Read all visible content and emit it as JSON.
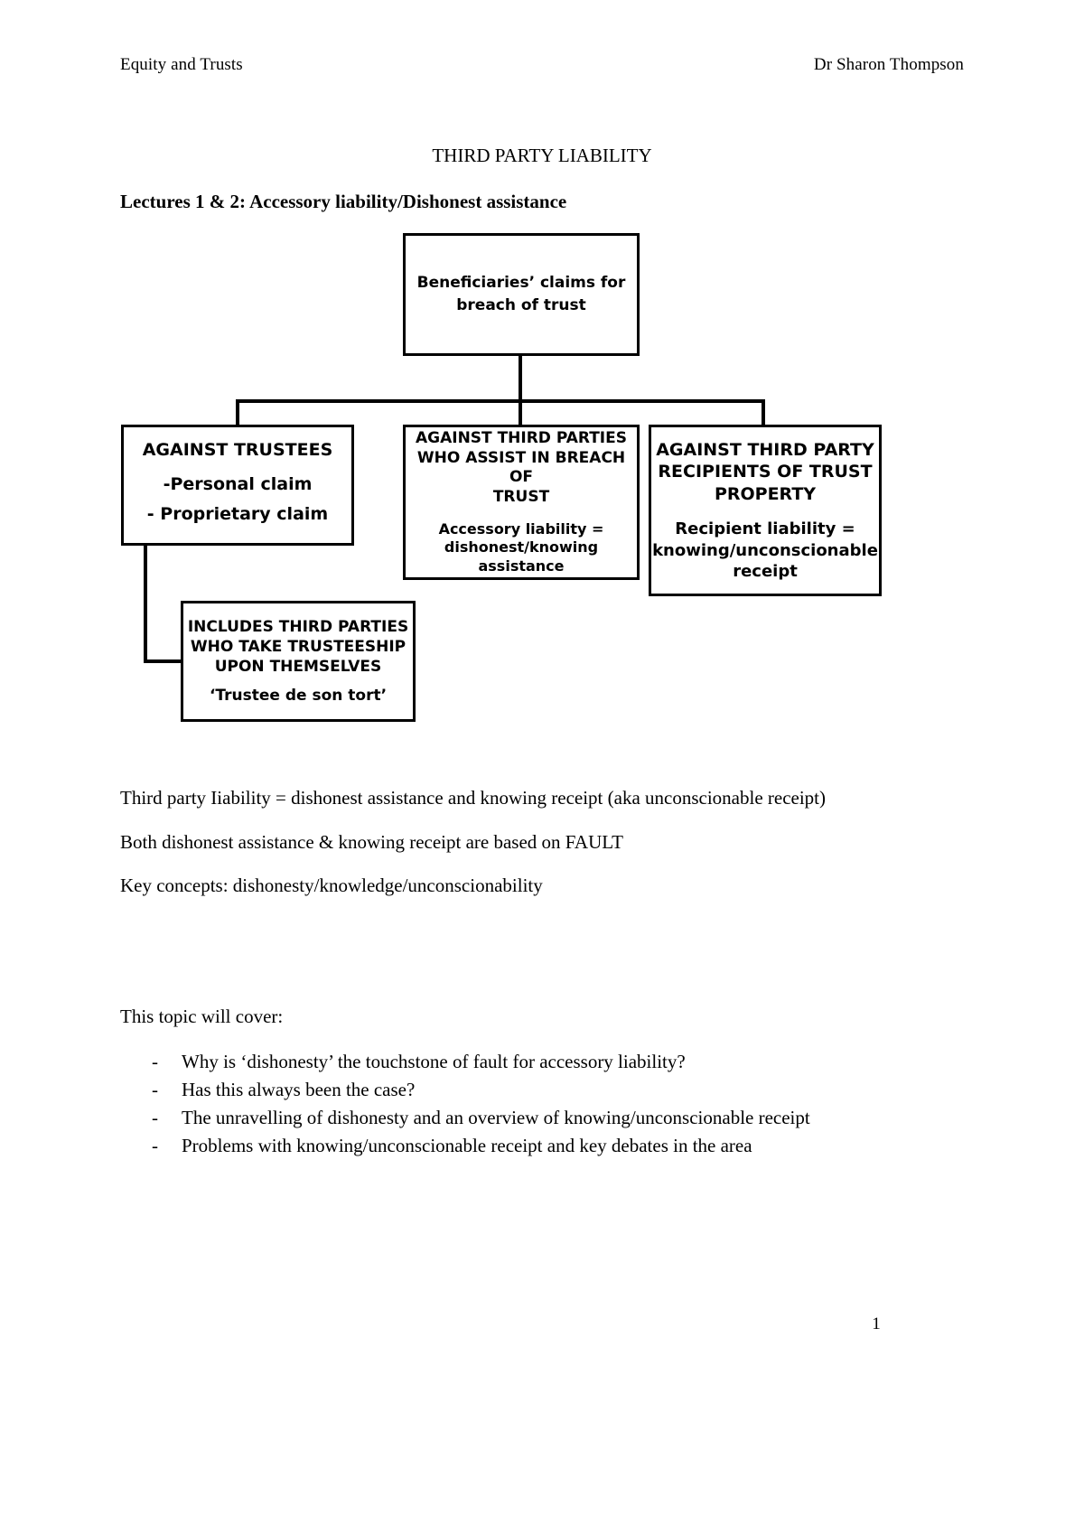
{
  "header": {
    "left": "Equity and Trusts",
    "right": "Dr Sharon Thompson"
  },
  "title": "THIRD PARTY LIABILITY",
  "subtitle": "Lectures 1 & 2: Accessory liability/Dishonest assistance",
  "diagram": {
    "root": {
      "line1": "Beneficiaries’ claims for",
      "line2": "breach of trust"
    },
    "trustees": {
      "head": "AGAINST TRUSTEES",
      "sub1": "-Personal claim",
      "sub2": "- Proprietary claim"
    },
    "assist": {
      "head1": "AGAINST THIRD PARTIES",
      "head2": "WHO ASSIST IN BREACH OF",
      "head3": "TRUST",
      "sub1": "Accessory liability =",
      "sub2": "dishonest/knowing",
      "sub3": "assistance"
    },
    "recipients": {
      "head1": "AGAINST THIRD PARTY",
      "head2": "RECIPIENTS OF TRUST",
      "head3": "PROPERTY",
      "sub1": "Recipient liability =",
      "sub2": "knowing/unconscionable",
      "sub3": "receipt"
    },
    "detort": {
      "head1": "INCLUDES THIRD PARTIES",
      "head2": "WHO TAKE TRUSTEESHIP",
      "head3": "UPON THEMSELVES",
      "sub1": "‘Trustee de son tort’"
    }
  },
  "paragraphs": [
    "Third party Iiability = dishonest assistance and knowing receipt (aka unconscionable receipt)",
    "Both dishonest assistance & knowing receipt are based on FAULT",
    "Key concepts: dishonesty/knowledge/unconscionability"
  ],
  "cover_lead": "This topic will cover:",
  "bullet_marker": "-",
  "bullets": [
    "Why is ‘dishonesty’ the touchstone of fault for accessory liability?",
    "Has this always been the case?",
    "The unravelling of dishonesty and an overview of knowing/unconscionable receipt",
    "Problems with knowing/unconscionable receipt and key debates in the area"
  ],
  "page_number": "1"
}
